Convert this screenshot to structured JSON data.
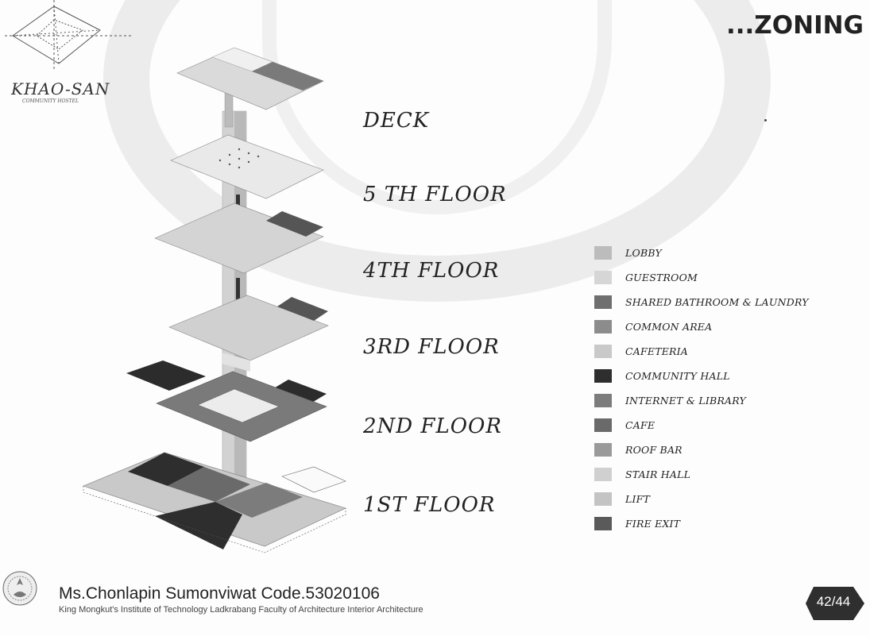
{
  "header": {
    "logo_text": "KHAO-SAN",
    "logo_subtext": "COMMUNITY HOSTEL",
    "page_title": "...ZONING"
  },
  "floors": [
    {
      "label": "DECK"
    },
    {
      "label": "5 TH FLOOR"
    },
    {
      "label": "4TH FLOOR"
    },
    {
      "label": "3RD FLOOR"
    },
    {
      "label": "2ND FLOOR"
    },
    {
      "label": "1ST FLOOR"
    }
  ],
  "legend": [
    {
      "label": "LOBBY",
      "color": "#bcbcbc"
    },
    {
      "label": "GUESTROOM",
      "color": "#d6d6d6"
    },
    {
      "label": "SHARED BATHROOM & LAUNDRY",
      "color": "#6f6f6f"
    },
    {
      "label": "COMMON AREA",
      "color": "#8c8c8c"
    },
    {
      "label": "CAFETERIA",
      "color": "#c9c9c9"
    },
    {
      "label": "COMMUNITY HALL",
      "color": "#2e2e2e"
    },
    {
      "label": "INTERNET & LIBRARY",
      "color": "#7c7c7c"
    },
    {
      "label": "CAFE",
      "color": "#6a6a6a"
    },
    {
      "label": "ROOF BAR",
      "color": "#9a9a9a"
    },
    {
      "label": "STAIR HALL",
      "color": "#d0d0d0"
    },
    {
      "label": "LIFT",
      "color": "#c4c4c4"
    },
    {
      "label": "FIRE EXIT",
      "color": "#5a5a5a"
    }
  ],
  "footer": {
    "author": "Ms.Chonlapin Sumonviwat Code.53020106",
    "institute": "King Mongkut's Institute of Technology Ladkrabang Faculty of Architecture Interior Architecture",
    "page": "42/44"
  }
}
